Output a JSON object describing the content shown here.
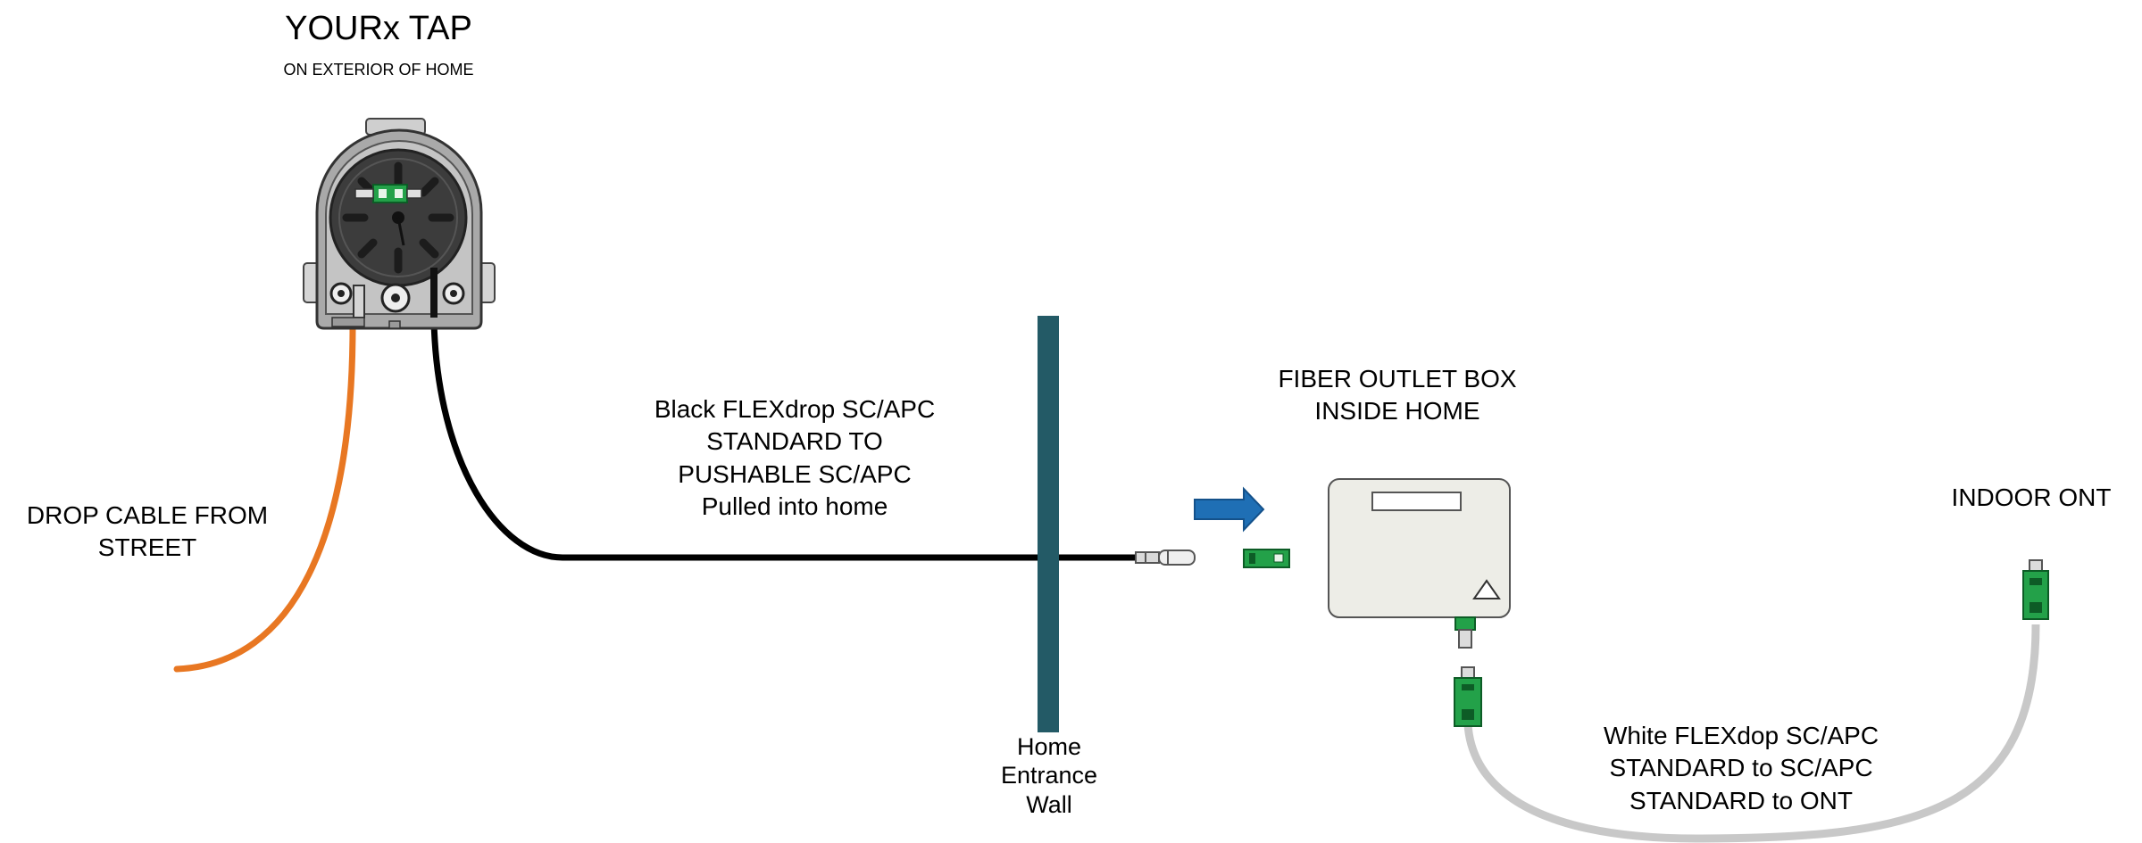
{
  "tap": {
    "title": "YOURx TAP",
    "subtitle": "ON EXTERIOR OF HOME"
  },
  "drop_cable": {
    "lines": [
      "DROP CABLE FROM",
      "STREET"
    ],
    "color": "#E87722"
  },
  "black_flexdrop": {
    "lines": [
      "Black FLEXdrop SC/APC",
      "STANDARD TO",
      "PUSHABLE SC/APC",
      "Pulled into home"
    ],
    "color": "#000000"
  },
  "wall": {
    "lines": [
      "Home",
      "Entrance",
      "Wall"
    ],
    "color": "#235A66"
  },
  "outlet_box": {
    "lines": [
      "FIBER OUTLET BOX",
      "INSIDE HOME"
    ]
  },
  "arrow": {
    "color": "#1F6FB5",
    "icon": "right-arrow-icon"
  },
  "ont": {
    "label": "INDOOR ONT"
  },
  "white_flexdrop": {
    "lines": [
      "White FLEXdop SC/APC",
      "STANDARD to SC/APC",
      "STANDARD to ONT"
    ],
    "color": "#C8C8C8"
  },
  "connector_color": "#23A149"
}
